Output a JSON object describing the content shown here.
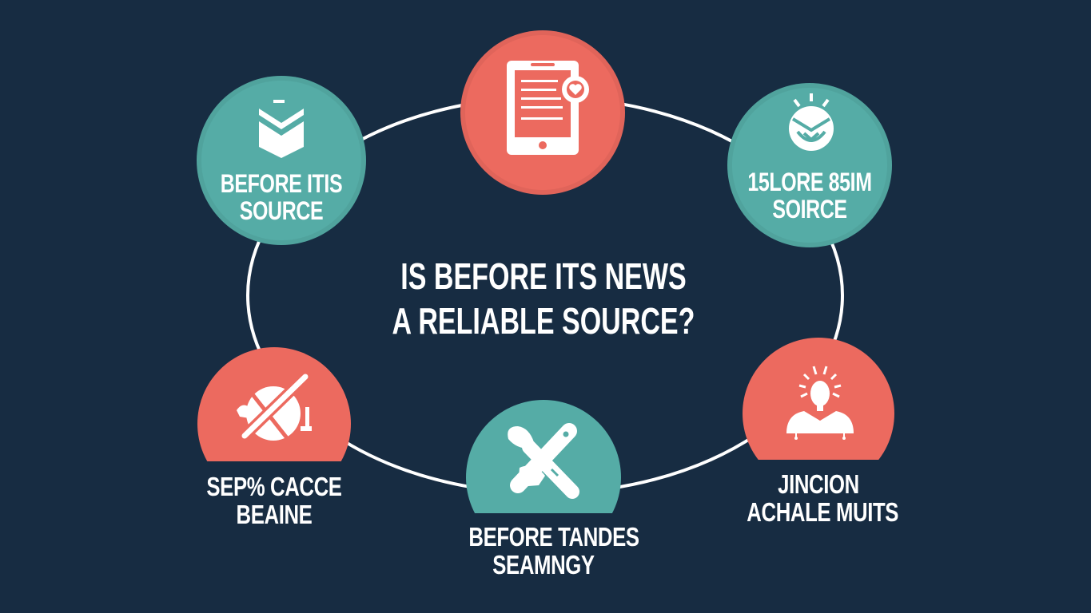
{
  "title": {
    "line1": "IS BEFORE ITS NEWS",
    "line2": "A RELIABLE SOURCE?"
  },
  "colors": {
    "background": "#172c42",
    "teal": "#55aca6",
    "coral": "#ec6a5f",
    "ring": "#ffffff",
    "text": "#ffffff"
  },
  "nodes": [
    {
      "position": "top-left",
      "color": "teal",
      "icon": "chevron-badge-icon",
      "label_line1": "BEFORE ITIS",
      "label_line2": "SOURCE"
    },
    {
      "position": "top-center",
      "color": "coral",
      "icon": "tablet-article-heart-icon",
      "label_line1": "",
      "label_line2": ""
    },
    {
      "position": "top-right",
      "color": "teal",
      "icon": "smiley-envelope-icon",
      "label_line1": "15LORE 85IM",
      "label_line2": "SOIRCE"
    },
    {
      "position": "bottom-left",
      "color": "coral",
      "icon": "crossed-pen-icon",
      "label_line1": "SEP% CACCE",
      "label_line2": "BEAINE"
    },
    {
      "position": "bottom-center",
      "color": "teal",
      "icon": "crossed-tools-icon",
      "label_line1": "BEFORE TANDES",
      "label_line2": "SEAMNGY"
    },
    {
      "position": "bottom-right",
      "color": "coral",
      "icon": "person-idea-icon",
      "label_line1": "JINCION",
      "label_line2": "ACHALE MUITS"
    }
  ]
}
